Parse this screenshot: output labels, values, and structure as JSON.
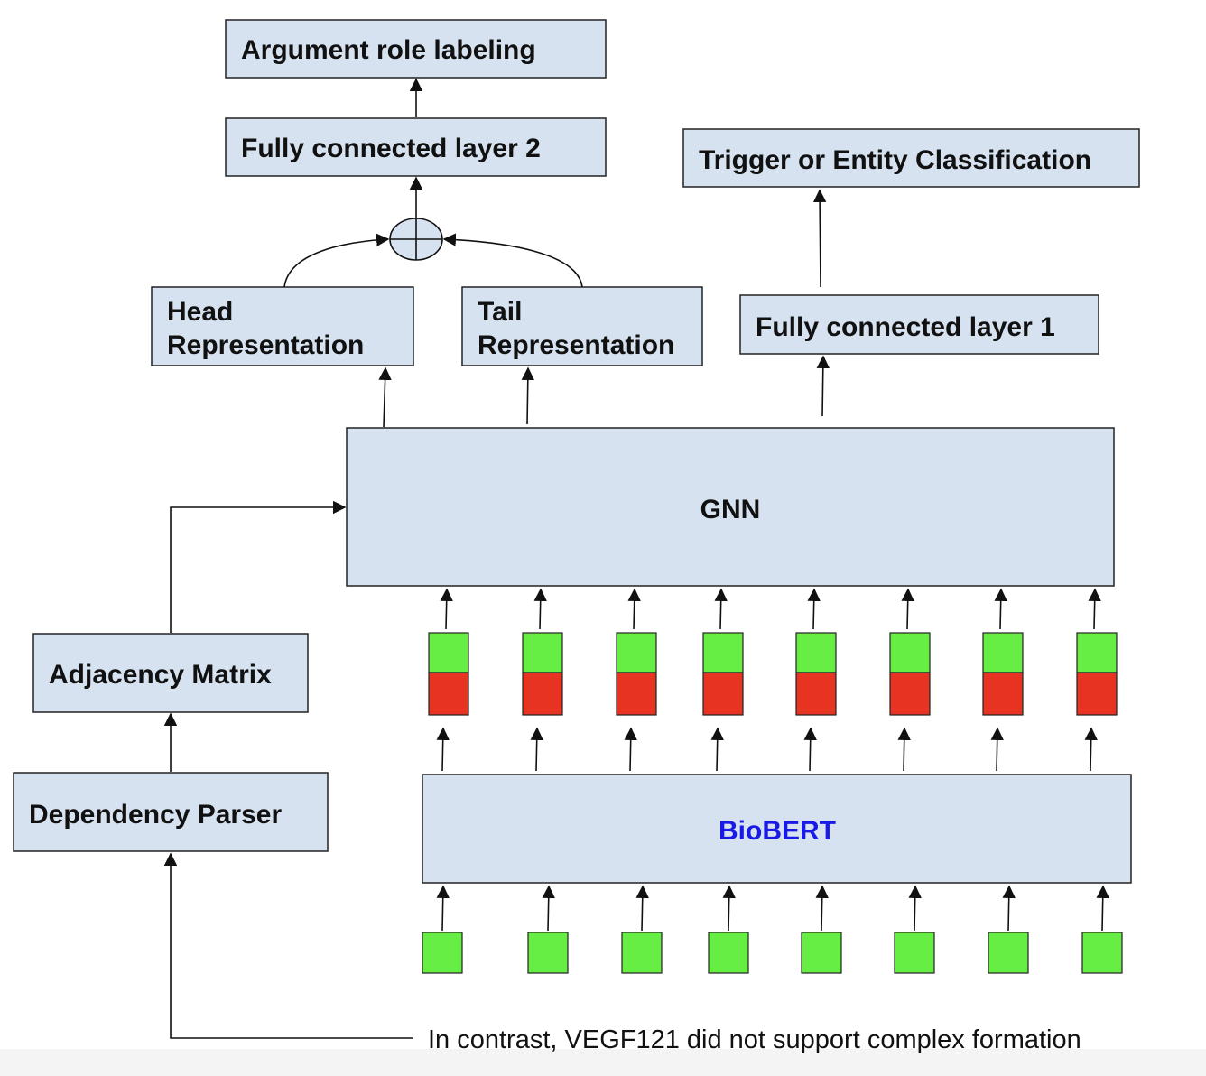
{
  "nodes": {
    "argument_role_labeling": "Argument role labeling",
    "fc_layer_2": "Fully connected layer 2",
    "trigger_entity_classification": "Trigger or Entity Classification",
    "head_representation": [
      "Head",
      "Representation"
    ],
    "tail_representation": [
      "Tail",
      "Representation"
    ],
    "fc_layer_1": "Fully connected layer 1",
    "gnn": "GNN",
    "adjacency_matrix": "Adjacency Matrix",
    "dependency_parser": "Dependency Parser",
    "biobert": "BioBERT"
  },
  "input_sentence": "In contrast, VEGF121 did not support complex formation",
  "token_count": 8,
  "colors": {
    "box_fill": "#d6e2f0",
    "token_green": "#66ee44",
    "token_red": "#e63322",
    "biobert_text": "#1a1ae6"
  }
}
